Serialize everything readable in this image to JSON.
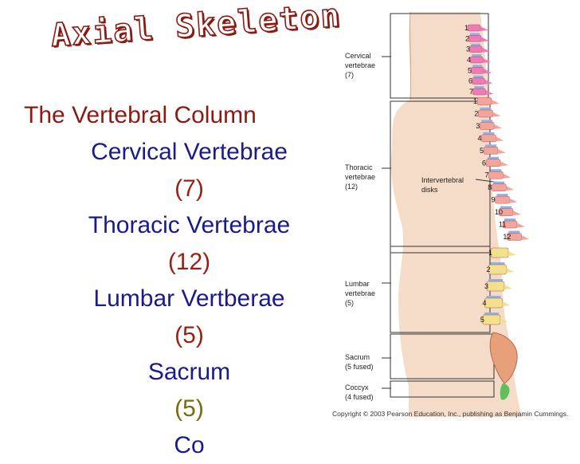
{
  "slide": {
    "title": "Axial Skeleton",
    "heading": "The Vertebral Column",
    "items": [
      {
        "name": "Cervical Vertebrae",
        "count": "(7)",
        "count_color": "#9c1f12"
      },
      {
        "name": "Thoracic Vertebrae",
        "count": "(12)",
        "count_color": "#9c1f12"
      },
      {
        "name": "Lumbar Vertberae",
        "count": "(5)",
        "count_color": "#9c1f12"
      },
      {
        "name": "Sacrum",
        "count": "(5)",
        "count_color": "#7a6a0a"
      },
      {
        "name": "Co",
        "count": ""
      }
    ]
  },
  "figure": {
    "labels": {
      "cervical": [
        "Cervical",
        "vertebrae",
        "(7)"
      ],
      "thoracic": [
        "Thoracic",
        "vertebrae",
        "(12)"
      ],
      "intervertebral": [
        "Intervertebral",
        "disks"
      ],
      "lumbar": [
        "Lumbar",
        "vertebrae",
        "(5)"
      ],
      "sacrum": [
        "Sacrum",
        "(5 fused)"
      ],
      "coccyx": [
        "Coccyx",
        "(4 fused)"
      ]
    },
    "cervical_numbers": [
      "1",
      "2",
      "3",
      "4",
      "5",
      "6",
      "7"
    ],
    "thoracic_numbers": [
      "1",
      "2",
      "3",
      "4",
      "5",
      "6",
      "7",
      "8",
      "9",
      "10",
      "11",
      "12"
    ],
    "lumbar_numbers": [
      "1",
      "2",
      "3",
      "4",
      "5"
    ],
    "colors": {
      "cervical": "#f07ab4",
      "thoracic": "#f4a59a",
      "lumbar": "#f3e08a",
      "sacrum": "#e8a07a",
      "coccyx": "#5fbf58",
      "disk": "#8fb3e8",
      "skin": "#f4dcc8"
    },
    "copyright": "Copyright © 2003 Pearson Education, Inc., publishing as Benjamin Cummings."
  }
}
